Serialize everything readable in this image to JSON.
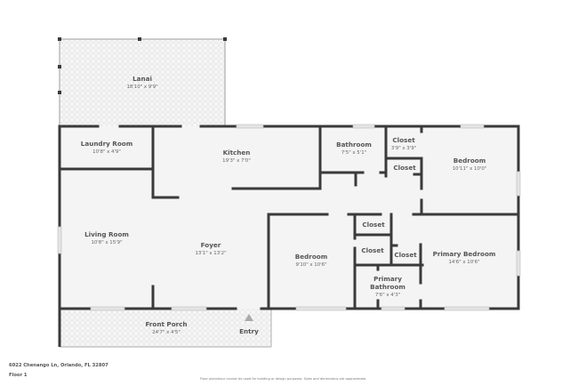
{
  "floorplan": {
    "floor_label": "Floor 1",
    "address": "6022 Chenango Ln, Orlando, FL 32807",
    "disclaimer": "Floor plans/tour cannot be used for building or design purposes. Sizes and dimensions are approximate.",
    "colors": {
      "wall": "#3a3a3a",
      "floor": "#f4f4f4",
      "outdoor_pattern": "#e6e6e6",
      "window": "#d8d8d8",
      "text": "#555555"
    },
    "rooms": {
      "lanai": {
        "name": "Lanai",
        "dims": "18'10\" x 9'9\""
      },
      "laundry": {
        "name": "Laundry Room",
        "dims": "10'8\" x 4'9\""
      },
      "kitchen": {
        "name": "Kitchen",
        "dims": "19'3\" x 7'0\""
      },
      "bathroom": {
        "name": "Bathroom",
        "dims": "7'5\" x 5'1\""
      },
      "closet_a": {
        "name": "Closet",
        "dims": "3'9\" x 3'9\""
      },
      "closet_b": {
        "name": "Closet"
      },
      "bedroom_ne": {
        "name": "Bedroom",
        "dims": "10'11\" x 10'0\""
      },
      "living": {
        "name": "Living Room",
        "dims": "10'8\" x 15'9\""
      },
      "foyer": {
        "name": "Foyer",
        "dims": "13'1\" x 13'2\""
      },
      "bedroom_s": {
        "name": "Bedroom",
        "dims": "9'10\" x 10'6\""
      },
      "closet_c": {
        "name": "Closet"
      },
      "closet_d": {
        "name": "Closet"
      },
      "closet_e": {
        "name": "Closet"
      },
      "primary_bath": {
        "name_line1": "Primary",
        "name_line2": "Bathroom",
        "dims": "7'6\" x 4'3\""
      },
      "primary_bed": {
        "name": "Primary Bedroom",
        "dims": "14'6\" x 10'6\""
      },
      "front_porch": {
        "name": "Front Porch",
        "dims": "24'7\" x 4'5\""
      }
    },
    "entry": {
      "label": "Entry",
      "icon": "entry-arrow-icon"
    }
  }
}
